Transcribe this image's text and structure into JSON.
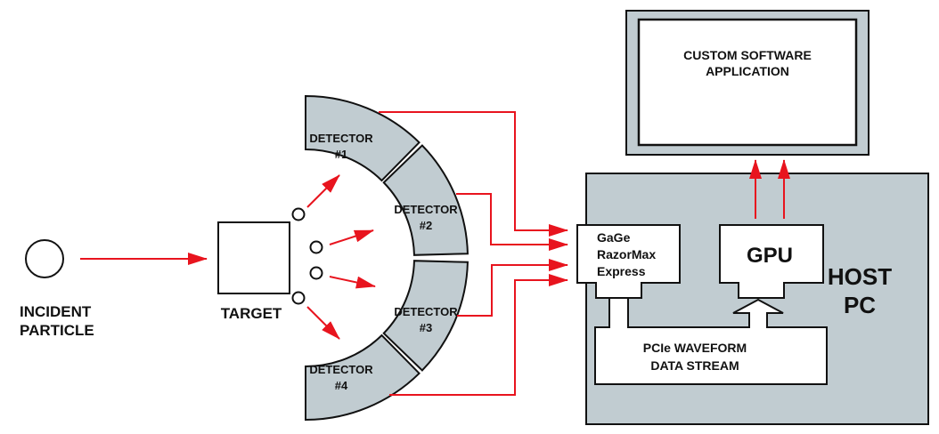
{
  "colors": {
    "signal": "#e8141e",
    "panel": "#c1ccd1",
    "stroke": "#111111",
    "box": "#ffffff"
  },
  "particle": {
    "line1": "INCIDENT",
    "line2": "PARTICLE"
  },
  "target": {
    "label": "TARGET"
  },
  "detectors": [
    {
      "line1": "DETECTOR",
      "line2": "#1"
    },
    {
      "line1": "DETECTOR",
      "line2": "#2"
    },
    {
      "line1": "DETECTOR",
      "line2": "#3"
    },
    {
      "line1": "DETECTOR",
      "line2": "#4"
    }
  ],
  "digitizer": {
    "line1": "GaGe",
    "line2": "RazorMax",
    "line3": "Express"
  },
  "gpu": {
    "label": "GPU"
  },
  "host": {
    "line1": "HOST",
    "line2": "PC"
  },
  "stream": {
    "line1": "PCIe WAVEFORM",
    "line2": "DATA STREAM"
  },
  "app": {
    "line1": "CUSTOM SOFTWARE",
    "line2": "APPLICATION"
  }
}
